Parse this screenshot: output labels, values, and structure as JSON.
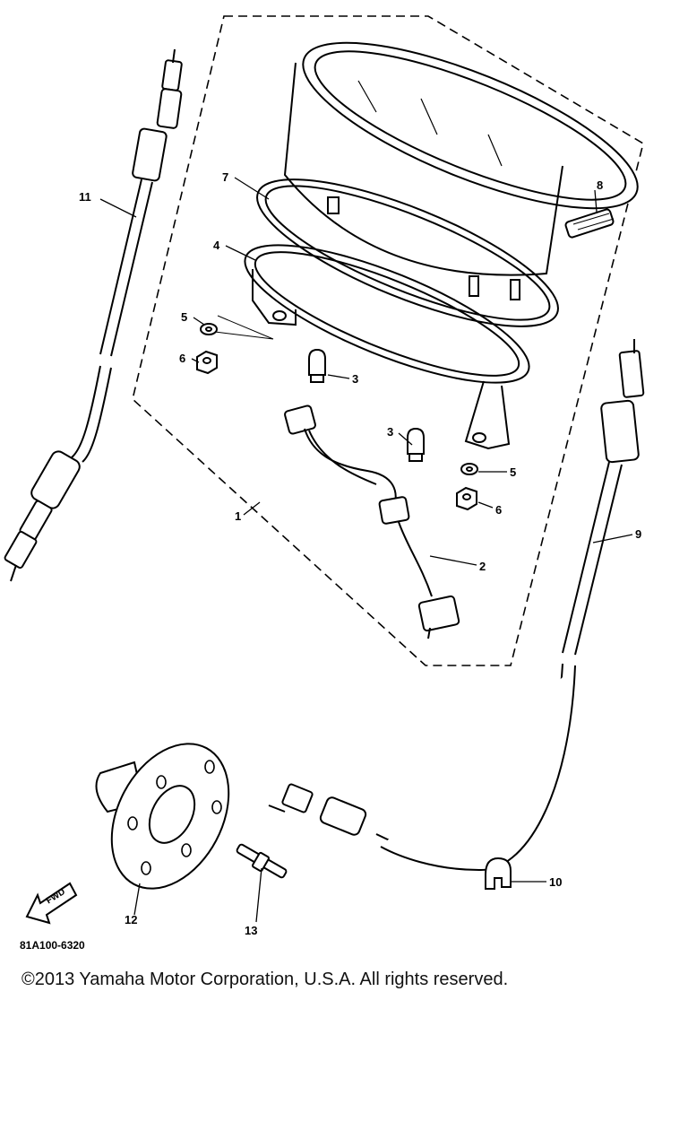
{
  "diagram": {
    "part_callouts": {
      "c1": "1",
      "c2": "2",
      "c3a": "3",
      "c3b": "3",
      "c4": "4",
      "c5a": "5",
      "c5b": "5",
      "c6a": "6",
      "c6b": "6",
      "c7": "7",
      "c8": "8",
      "c9": "9",
      "c10": "10",
      "c11": "11",
      "c12": "12",
      "c13": "13"
    },
    "fwd_label": "FWD",
    "drawing_code": "81A100-6320"
  },
  "footer": {
    "copyright": "©2013 Yamaha Motor Corporation, U.S.A. All rights reserved."
  }
}
